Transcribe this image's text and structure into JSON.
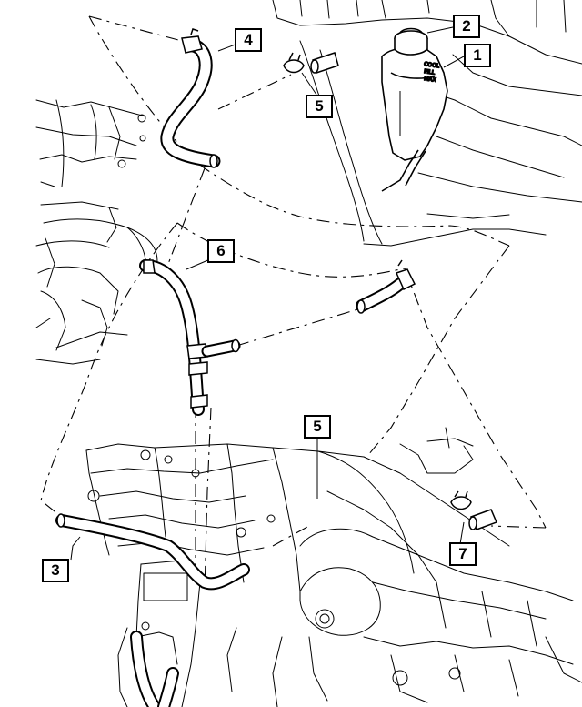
{
  "diagram": {
    "callouts": [
      {
        "id": "c1",
        "label": "1"
      },
      {
        "id": "c2",
        "label": "2"
      },
      {
        "id": "c3",
        "label": "3"
      },
      {
        "id": "c4",
        "label": "4"
      },
      {
        "id": "c5a",
        "label": "5"
      },
      {
        "id": "c5b",
        "label": "5"
      },
      {
        "id": "c6",
        "label": "6"
      },
      {
        "id": "c7",
        "label": "7"
      }
    ],
    "reservoir_label": [
      "COOL",
      "FILL",
      "MAX"
    ],
    "colors": {
      "line": "#000000",
      "background": "#ffffff"
    }
  }
}
